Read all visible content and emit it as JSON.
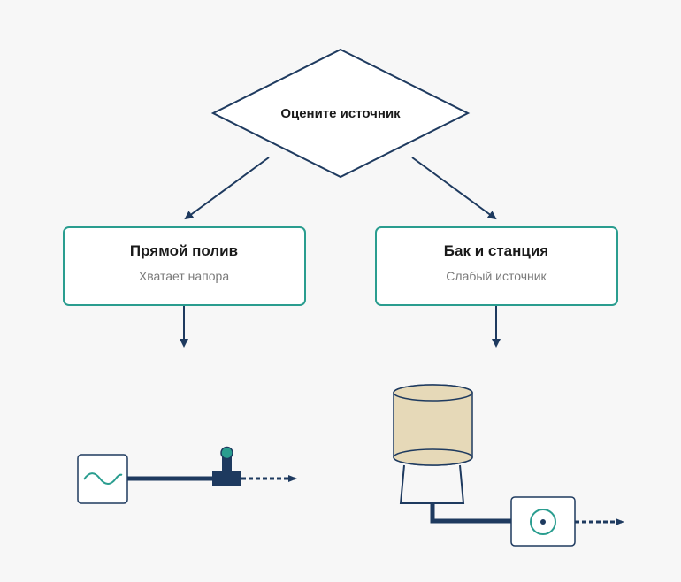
{
  "decision": {
    "label": "Оцените источник"
  },
  "branches": [
    {
      "title": "Прямой полив",
      "subtitle": "Хватает напора"
    },
    {
      "title": "Бак и станция",
      "subtitle": "Слабый источник"
    }
  ],
  "colors": {
    "navy": "#1e3a5f",
    "teal": "#2a9d8f",
    "tank_fill": "#e6d9b8",
    "box_fill": "#ffffff",
    "background": "#f7f7f7"
  },
  "icons": {
    "source": "wave-icon",
    "valve": "valve-icon",
    "tank": "storage-tank-icon",
    "pump": "pump-station-icon"
  }
}
